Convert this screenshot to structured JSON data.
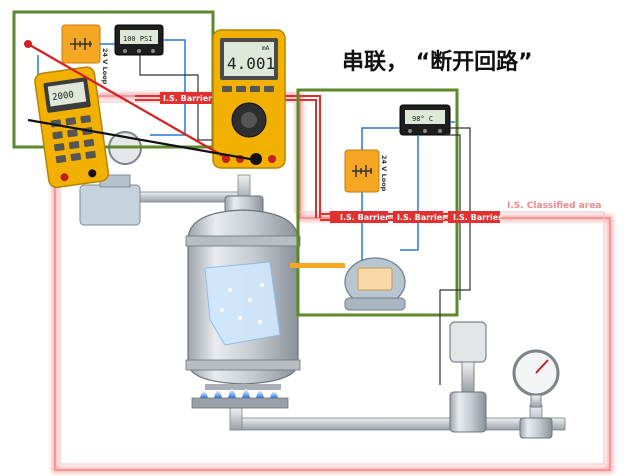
{
  "title": "串联， “断开回路”",
  "labels": {
    "is_barrier": "I.S. Barrier",
    "classified_area": "I.S. Classified area",
    "loop_24v": "24 V Loop"
  },
  "displays": {
    "meter_top_left": "100 PSI",
    "meter_right": "98° C",
    "multimeter_reading": "4.001",
    "multimeter_small": "mA",
    "calibrator_reading": "2000"
  },
  "colors": {
    "green_frame": "#5a8a2a",
    "red_barrier": "#e03030",
    "orange_loop": "#f5a623",
    "wire_blue": "#2a78d0",
    "meter_yellow": "#f2b000"
  }
}
